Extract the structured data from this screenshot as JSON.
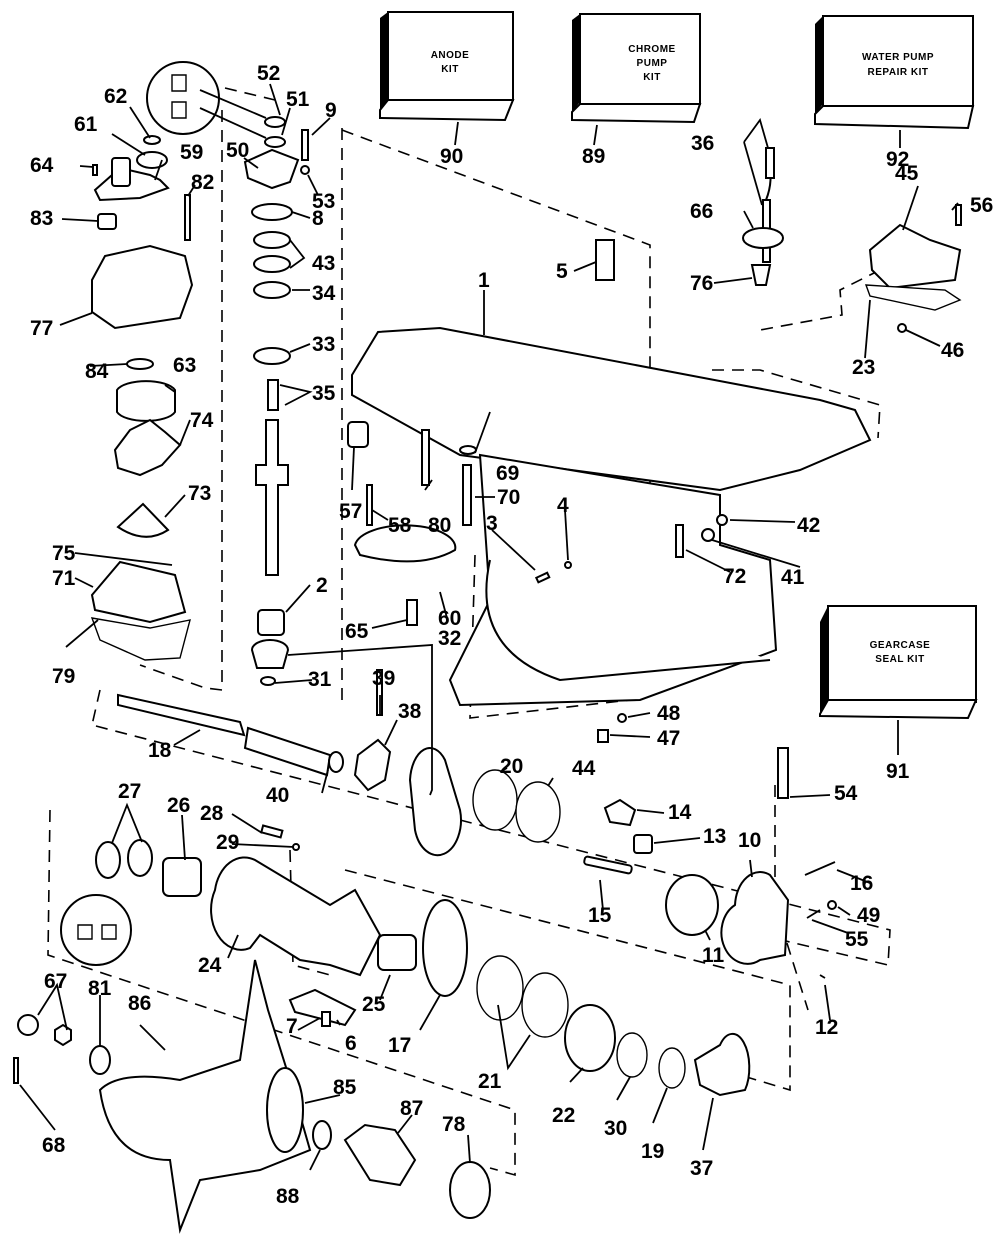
{
  "diagram": {
    "title": "Gearcase exploded parts diagram",
    "kits": [
      {
        "id": "90",
        "lines": [
          "ANODE",
          "KIT"
        ]
      },
      {
        "id": "89",
        "lines": [
          "CHROME",
          "PUMP",
          "KIT"
        ]
      },
      {
        "id": "92",
        "lines": [
          "WATER PUMP",
          "REPAIR KIT"
        ]
      },
      {
        "id": "91",
        "lines": [
          "GEARCASE",
          "SEAL KIT"
        ]
      }
    ],
    "callouts": [
      {
        "label": "52"
      },
      {
        "label": "62"
      },
      {
        "label": "51"
      },
      {
        "label": "9"
      },
      {
        "label": "61"
      },
      {
        "label": "59"
      },
      {
        "label": "64"
      },
      {
        "label": "50"
      },
      {
        "label": "82"
      },
      {
        "label": "53"
      },
      {
        "label": "83"
      },
      {
        "label": "8"
      },
      {
        "label": "43"
      },
      {
        "label": "34"
      },
      {
        "label": "77"
      },
      {
        "label": "33"
      },
      {
        "label": "84"
      },
      {
        "label": "63"
      },
      {
        "label": "35"
      },
      {
        "label": "74"
      },
      {
        "label": "73"
      },
      {
        "label": "75"
      },
      {
        "label": "71"
      },
      {
        "label": "2"
      },
      {
        "label": "79"
      },
      {
        "label": "31"
      },
      {
        "label": "32"
      },
      {
        "label": "1"
      },
      {
        "label": "5"
      },
      {
        "label": "36"
      },
      {
        "label": "66"
      },
      {
        "label": "76"
      },
      {
        "label": "45"
      },
      {
        "label": "56"
      },
      {
        "label": "23"
      },
      {
        "label": "46"
      },
      {
        "label": "57"
      },
      {
        "label": "58"
      },
      {
        "label": "80"
      },
      {
        "label": "69"
      },
      {
        "label": "70"
      },
      {
        "label": "3"
      },
      {
        "label": "4"
      },
      {
        "label": "72"
      },
      {
        "label": "42"
      },
      {
        "label": "41"
      },
      {
        "label": "60"
      },
      {
        "label": "65"
      },
      {
        "label": "39"
      },
      {
        "label": "38"
      },
      {
        "label": "48"
      },
      {
        "label": "47"
      },
      {
        "label": "18"
      },
      {
        "label": "40"
      },
      {
        "label": "20"
      },
      {
        "label": "44"
      },
      {
        "label": "14"
      },
      {
        "label": "13"
      },
      {
        "label": "54"
      },
      {
        "label": "10"
      },
      {
        "label": "16"
      },
      {
        "label": "49"
      },
      {
        "label": "55"
      },
      {
        "label": "15"
      },
      {
        "label": "11"
      },
      {
        "label": "12"
      },
      {
        "label": "27"
      },
      {
        "label": "26"
      },
      {
        "label": "28"
      },
      {
        "label": "29"
      },
      {
        "label": "24"
      },
      {
        "label": "25"
      },
      {
        "label": "17"
      },
      {
        "label": "21"
      },
      {
        "label": "22"
      },
      {
        "label": "30"
      },
      {
        "label": "19"
      },
      {
        "label": "37"
      },
      {
        "label": "7"
      },
      {
        "label": "6"
      },
      {
        "label": "67"
      },
      {
        "label": "81"
      },
      {
        "label": "86"
      },
      {
        "label": "68"
      },
      {
        "label": "85"
      },
      {
        "label": "87"
      },
      {
        "label": "88"
      },
      {
        "label": "78"
      },
      {
        "label": "90"
      },
      {
        "label": "89"
      },
      {
        "label": "92"
      },
      {
        "label": "91"
      }
    ]
  }
}
